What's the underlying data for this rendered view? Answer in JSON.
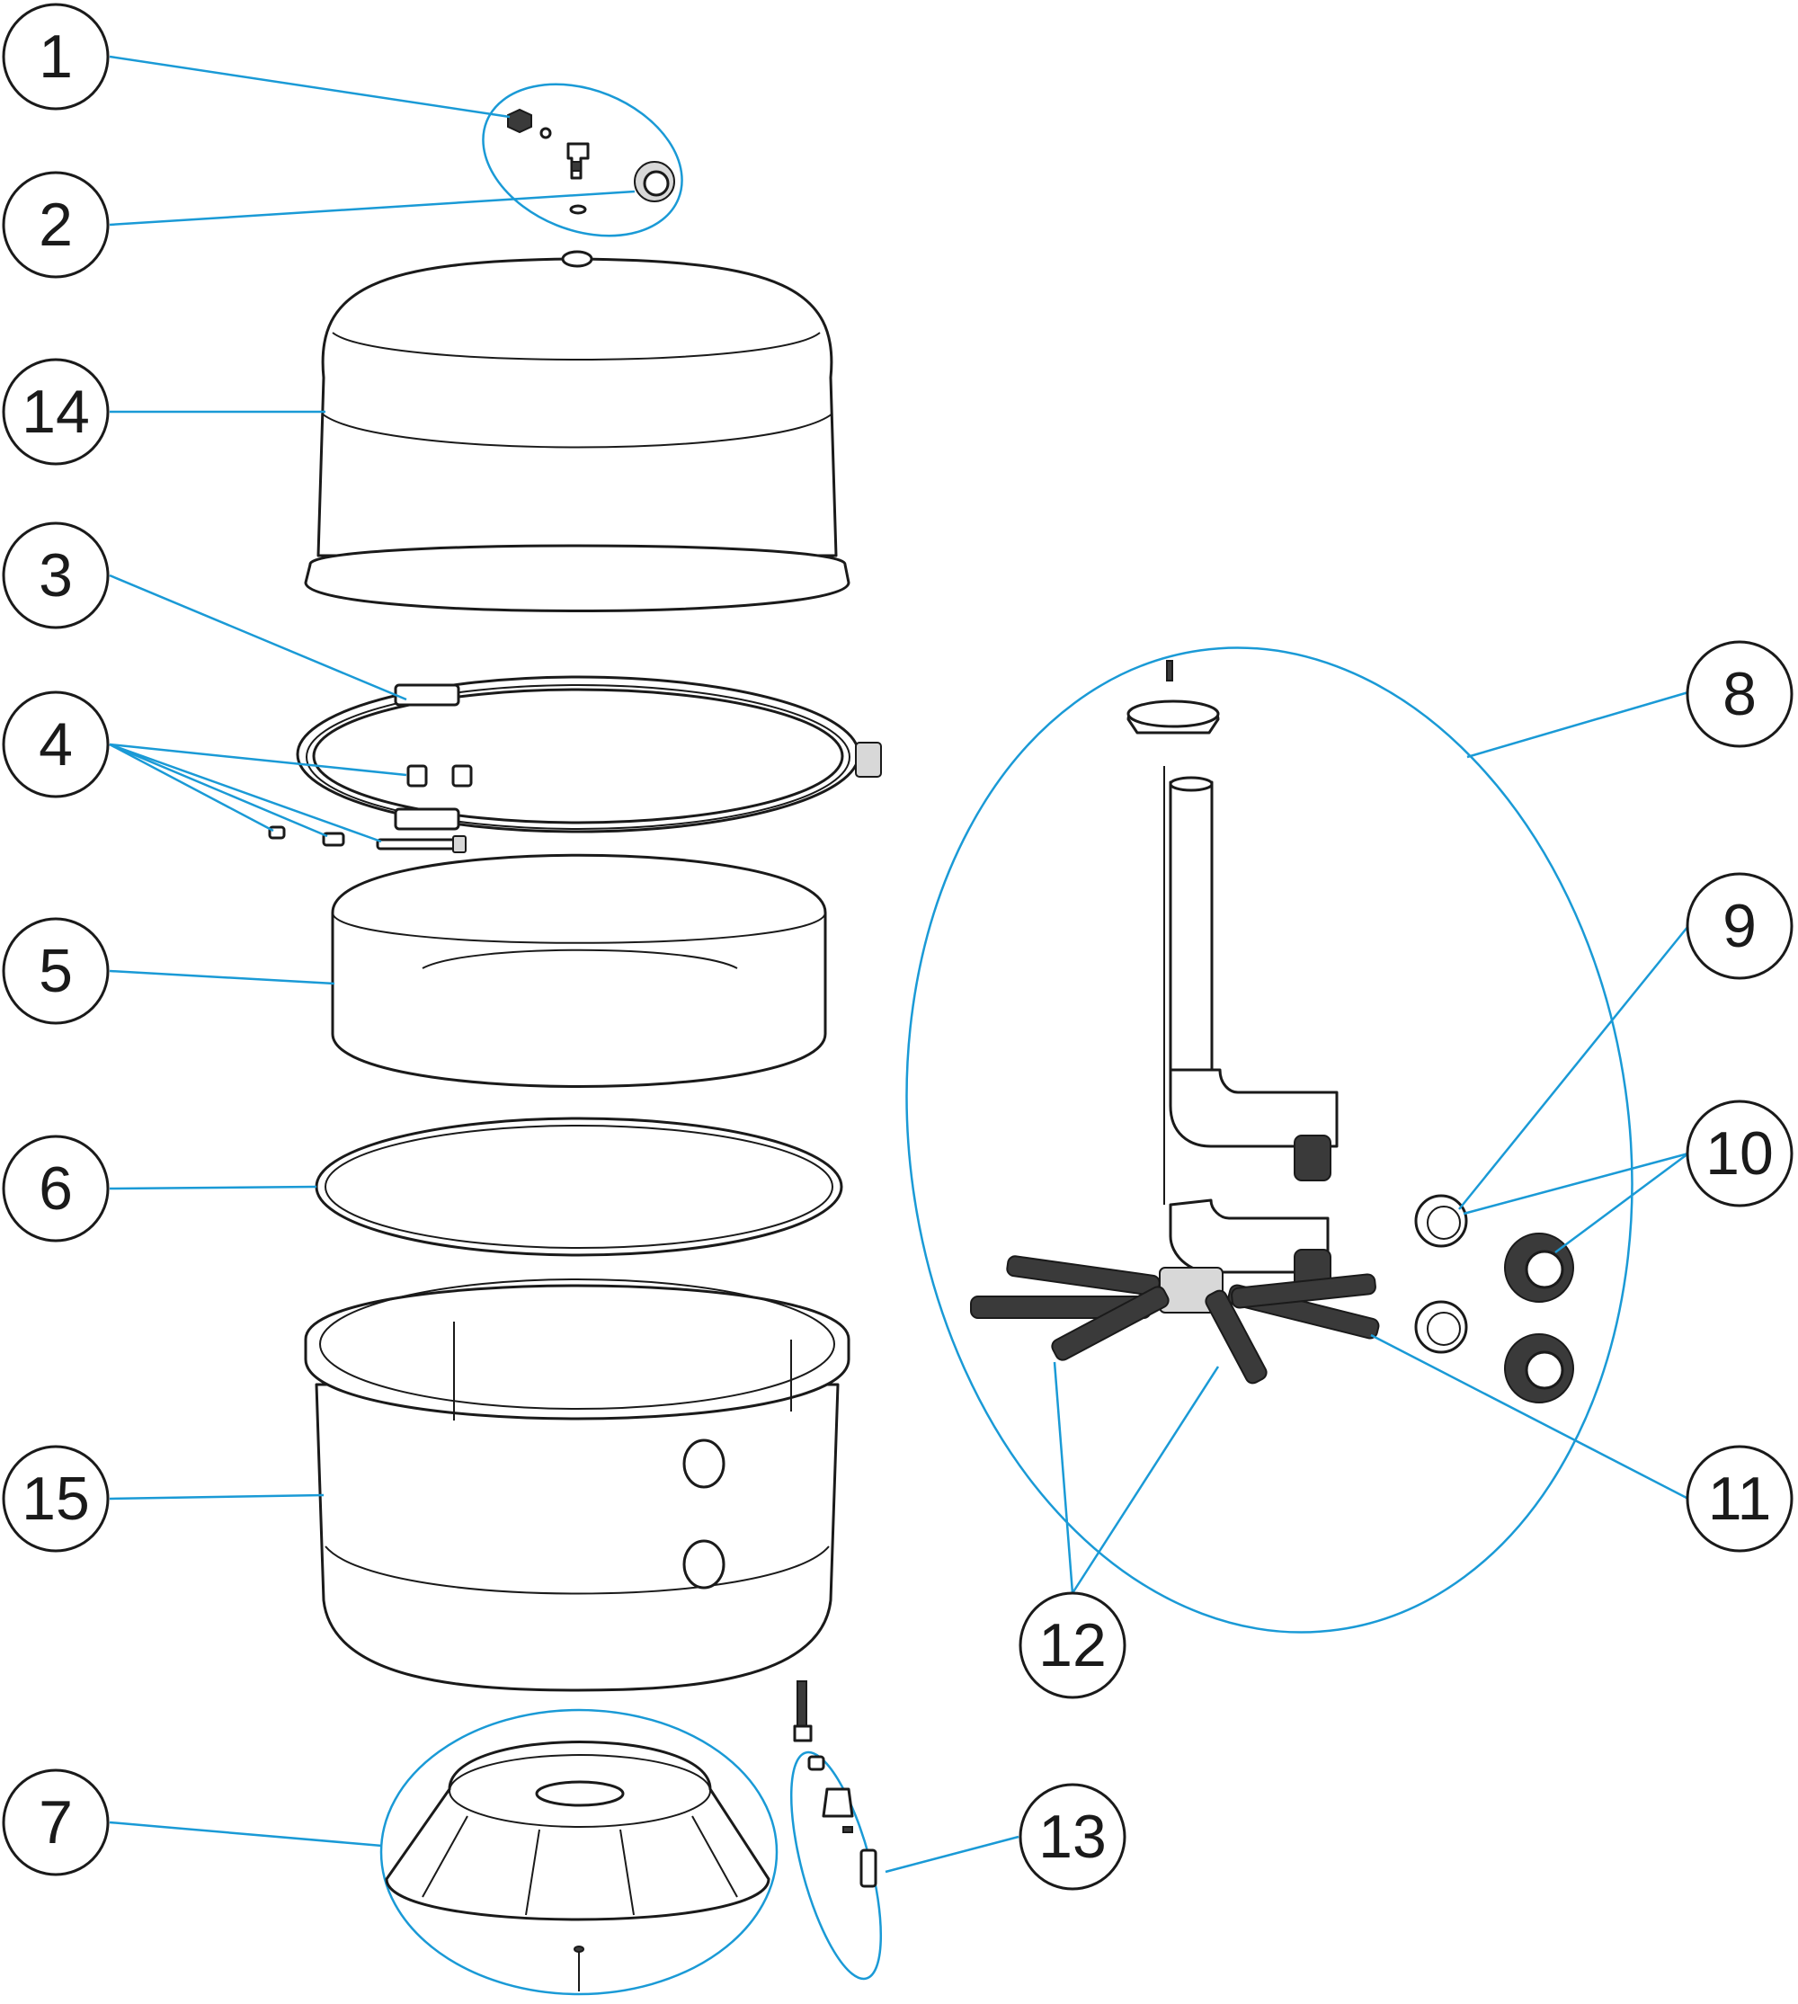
{
  "colors": {
    "leader_line": "#1a9ad6",
    "outline": "#1a1a1a",
    "background": "#ffffff"
  },
  "callouts": [
    {
      "id": "1",
      "label": "1"
    },
    {
      "id": "2",
      "label": "2"
    },
    {
      "id": "14",
      "label": "14"
    },
    {
      "id": "3",
      "label": "3"
    },
    {
      "id": "4",
      "label": "4"
    },
    {
      "id": "5",
      "label": "5"
    },
    {
      "id": "6",
      "label": "6"
    },
    {
      "id": "15",
      "label": "15"
    },
    {
      "id": "7",
      "label": "7"
    },
    {
      "id": "8",
      "label": "8"
    },
    {
      "id": "9",
      "label": "9"
    },
    {
      "id": "10",
      "label": "10"
    },
    {
      "id": "11",
      "label": "11"
    },
    {
      "id": "12",
      "label": "12"
    },
    {
      "id": "13",
      "label": "13"
    }
  ]
}
